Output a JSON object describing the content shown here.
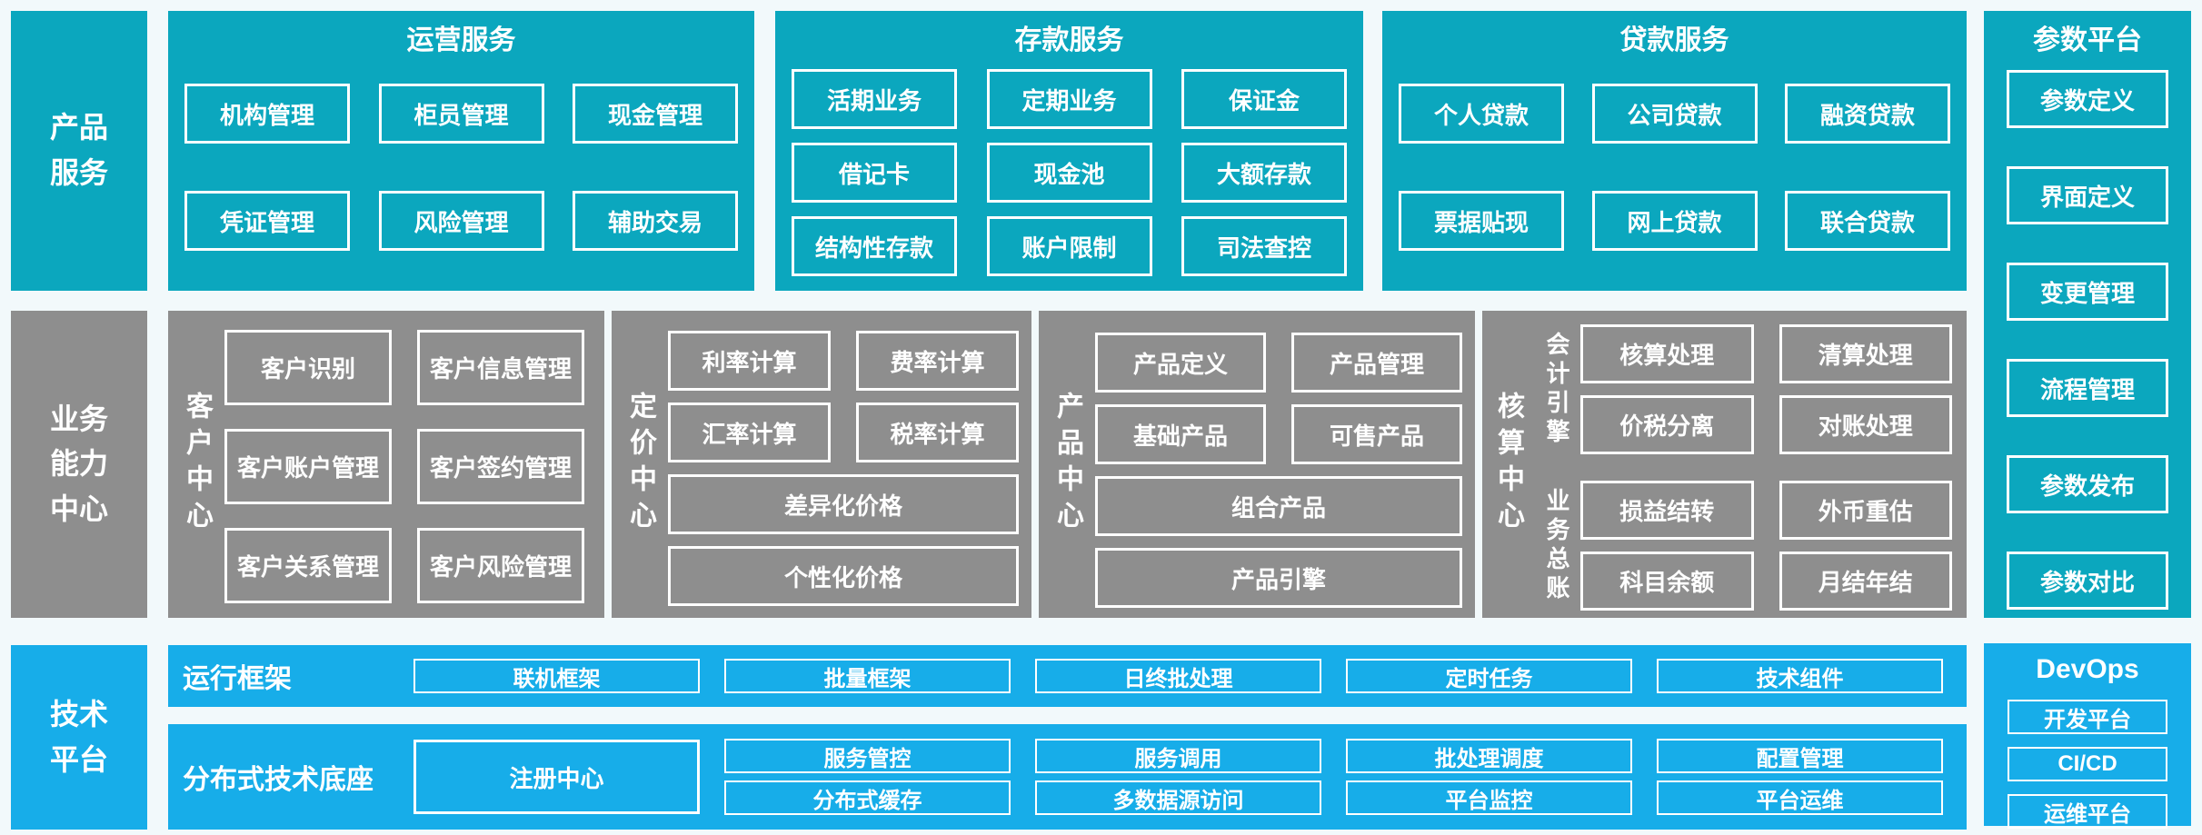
{
  "palette": {
    "teal": "#0BA7BE",
    "blue": "#17ADE9",
    "gray": "#8E8E8E",
    "bg": "#F2F9FB",
    "line": "#FFFFFF",
    "text": "#FFFFFF"
  },
  "rails": {
    "product": "产品\n服务",
    "capability": "业务\n能力\n中心",
    "tech": "技术\n平台"
  },
  "ops": {
    "title": "运营服务",
    "r1": [
      "机构管理",
      "柜员管理",
      "现金管理"
    ],
    "r2": [
      "凭证管理",
      "风险管理",
      "辅助交易"
    ]
  },
  "deposit": {
    "title": "存款服务",
    "r1": [
      "活期业务",
      "定期业务",
      "保证金"
    ],
    "r2": [
      "借记卡",
      "现金池",
      "大额存款"
    ],
    "r3": [
      "结构性存款",
      "账户限制",
      "司法查控"
    ]
  },
  "loan": {
    "title": "贷款服务",
    "r1": [
      "个人贷款",
      "公司贷款",
      "融资贷款"
    ],
    "r2": [
      "票据贴现",
      "网上贷款",
      "联合贷款"
    ]
  },
  "param": {
    "title": "参数平台",
    "items": [
      "参数定义",
      "界面定义",
      "变更管理",
      "流程管理",
      "参数发布",
      "参数对比"
    ]
  },
  "customer": {
    "label": "客户中心",
    "r1": [
      "客户识别",
      "客户信息管理"
    ],
    "r2": [
      "客户账户管理",
      "客户签约管理"
    ],
    "r3": [
      "客户关系管理",
      "客户风险管理"
    ]
  },
  "pricing": {
    "label": "定价中心",
    "r1": [
      "利率计算",
      "费率计算"
    ],
    "r2": [
      "汇率计算",
      "税率计算"
    ],
    "w1": "差异化价格",
    "w2": "个性化价格"
  },
  "product_center": {
    "label": "产品中心",
    "r1": [
      "产品定义",
      "产品管理"
    ],
    "r2": [
      "基础产品",
      "可售产品"
    ],
    "w1": "组合产品",
    "w2": "产品引擎"
  },
  "accounting": {
    "label": "核算中心",
    "g1": {
      "label": "会计引擎",
      "r1": [
        "核算处理",
        "清算处理"
      ],
      "r2": [
        "价税分离",
        "对账处理"
      ]
    },
    "g2": {
      "label": "业务总账",
      "r1": [
        "损益结转",
        "外币重估"
      ],
      "r2": [
        "科目余额",
        "月结年结"
      ]
    }
  },
  "runtime": {
    "label": "运行框架",
    "items": [
      "联机框架",
      "批量框架",
      "日终批处理",
      "定时任务",
      "技术组件"
    ]
  },
  "distributed": {
    "label": "分布式技术底座",
    "registry": "注册中心",
    "r1": [
      "服务管控",
      "服务调用",
      "批处理调度",
      "配置管理"
    ],
    "r2": [
      "分布式缓存",
      "多数据源访问",
      "平台监控",
      "平台运维"
    ]
  },
  "devops": {
    "title": "DevOps",
    "items": [
      "开发平台",
      "CI/CD",
      "运维平台"
    ]
  }
}
